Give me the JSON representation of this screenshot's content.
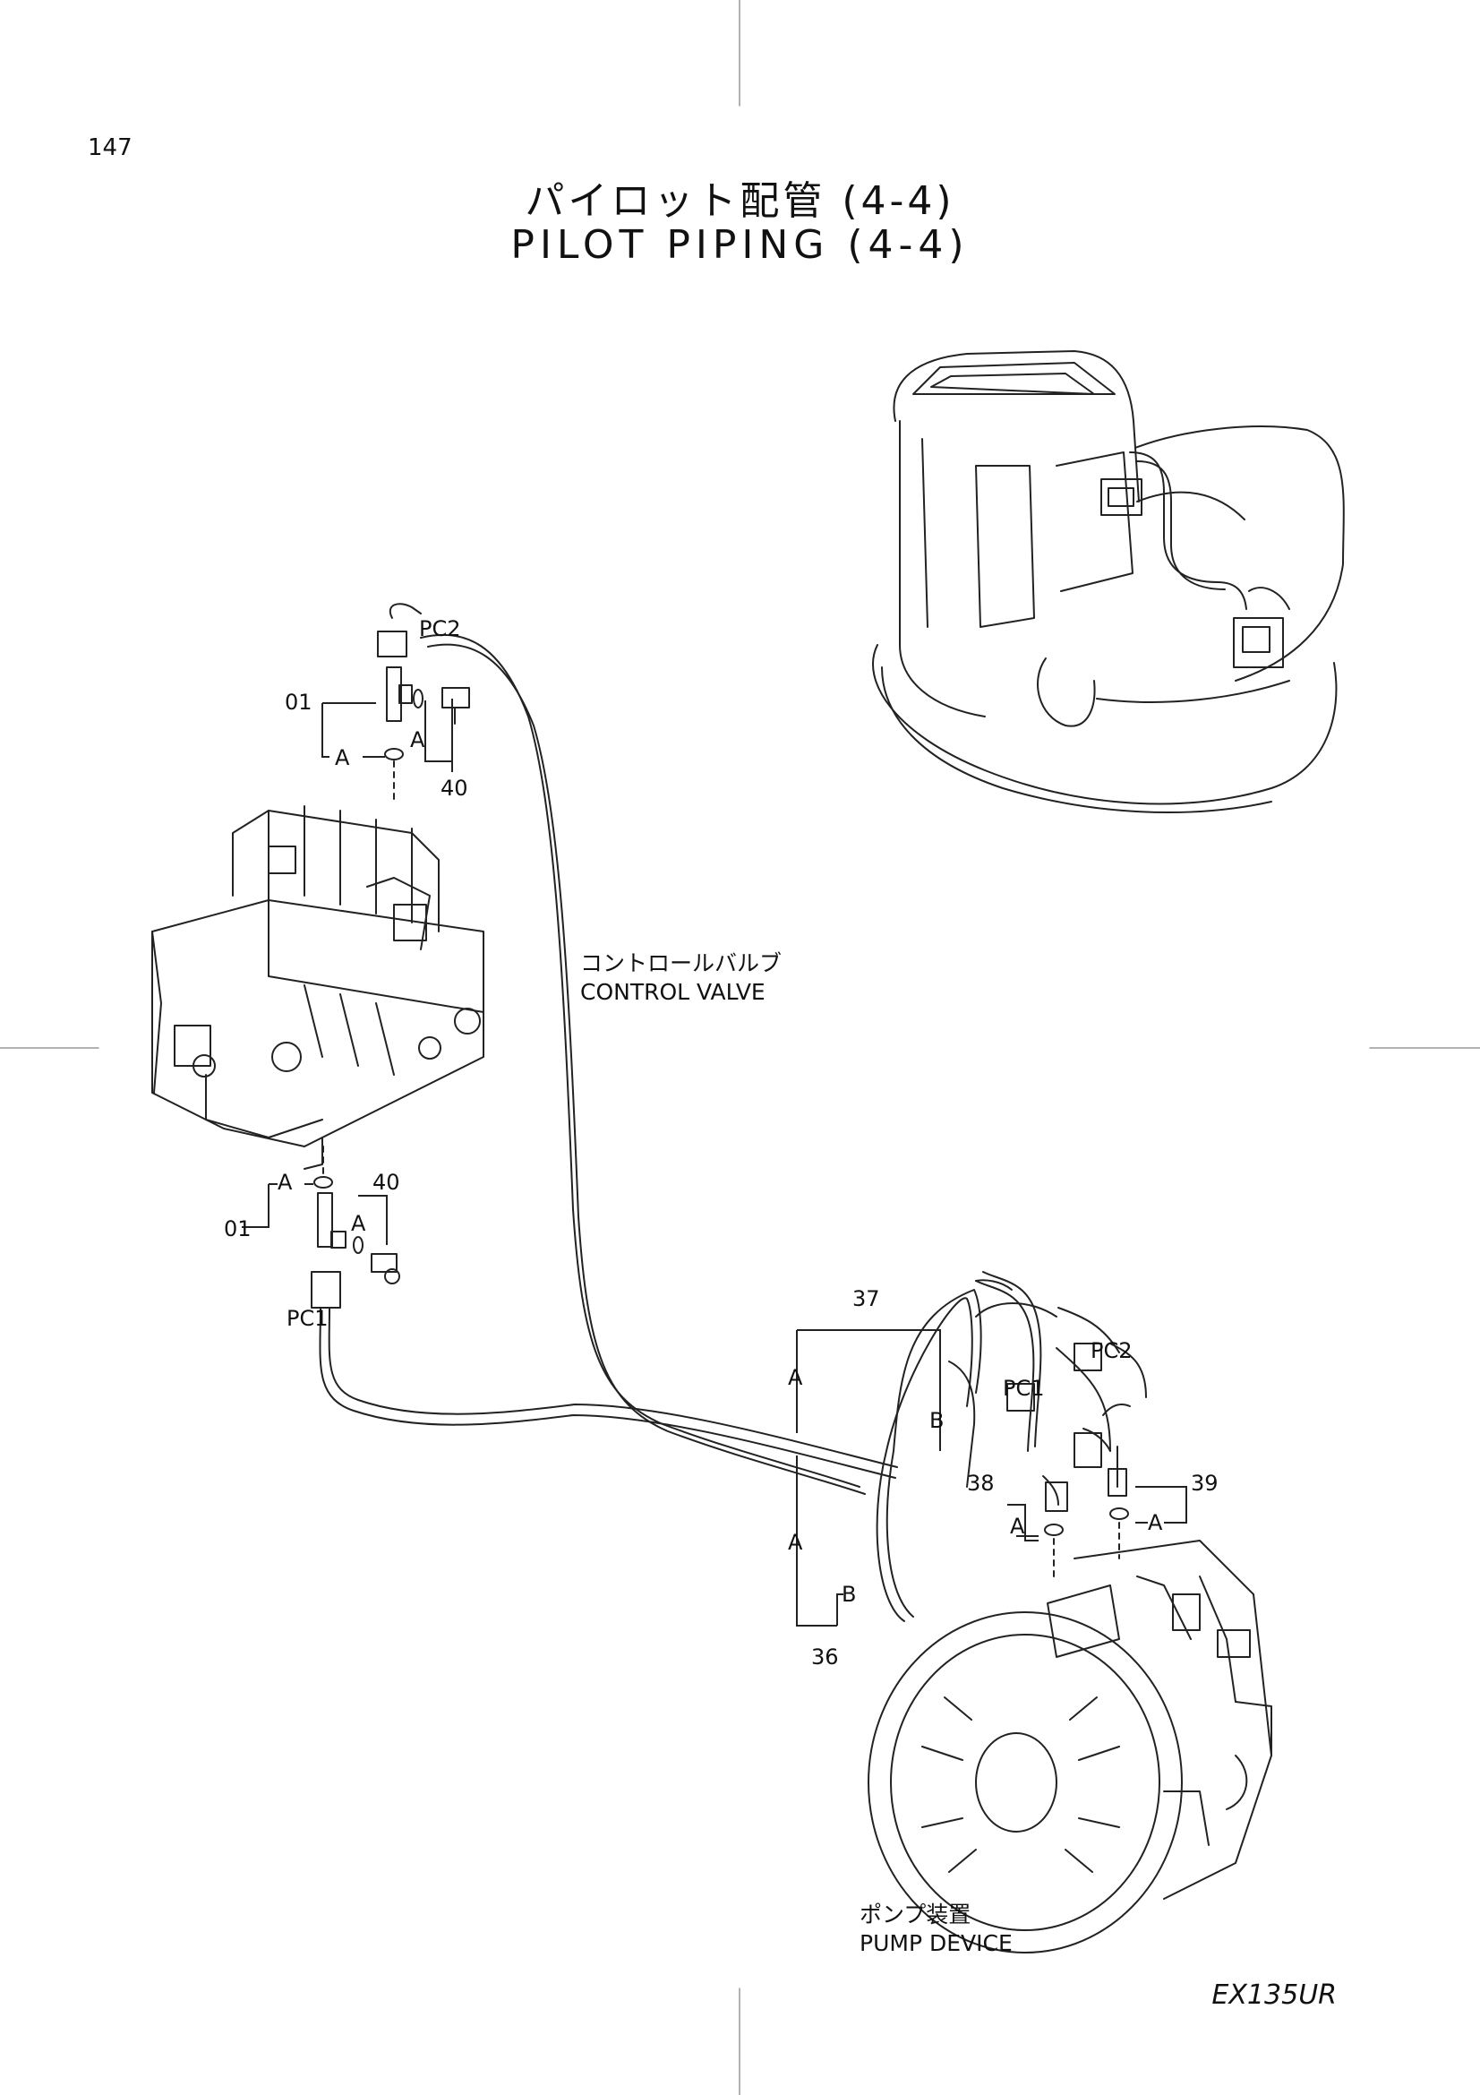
{
  "page_number": "147",
  "title_jp": "パイロット配管 (4-4)",
  "title_en": "PILOT PIPING (4-4)",
  "model": "EX135UR",
  "labels": {
    "control_valve_jp": "コントロールバルブ",
    "control_valve_en": "CONTROL VALVE",
    "pump_device_jp": "ポンプ装置",
    "pump_device_en": "PUMP DEVICE"
  },
  "callouts": {
    "pc2_top": "PC2",
    "pc1_left": "PC1",
    "pc1_right": "PC1",
    "pc2_right": "PC2",
    "p01_top": "01",
    "p01_bottom": "01",
    "p40_top": "40",
    "p40_bottom": "40",
    "p37": "37",
    "p36": "36",
    "p38": "38",
    "p39": "39",
    "a": "A",
    "b": "B"
  }
}
